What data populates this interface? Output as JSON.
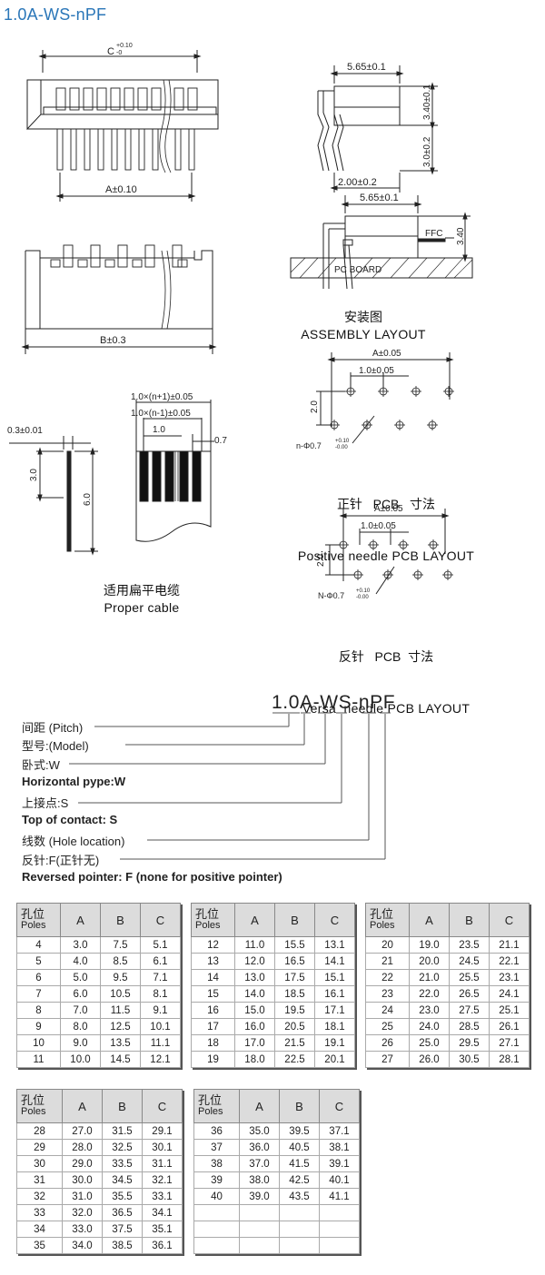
{
  "title": "1.0A-WS-nPF",
  "front_view": {
    "dim_c": "C",
    "dim_c_tol_plus": "+0.10",
    "dim_c_tol_minus": "-0",
    "dim_a": "A±0.10"
  },
  "top_view": {
    "dim_b": "B±0.3"
  },
  "side_view": {
    "dim_width": "5.65±0.1",
    "dim_height_top": "3.40±0.1",
    "dim_height_bottom": "3.0±0.2",
    "dim_pin_offset": "2.00±0.2"
  },
  "assembly": {
    "dim_width": "5.65±0.1",
    "dim_height": "3.40",
    "label_ffc": "FFC",
    "label_board": "PC BOARD",
    "caption_zh": "安装图",
    "caption_en": "ASSEMBLY LAYOUT"
  },
  "cable": {
    "dim_thickness": "0.3±0.01",
    "dim_3": "3.0",
    "dim_6": "6.0",
    "dim_n_plus_1": "1.0×(n+1)±0.05",
    "dim_n_minus_1": "1.0×(n-1)±0.05",
    "dim_pitch": "1.0",
    "dim_07": "0.7",
    "caption_zh": "适用扁平电缆",
    "caption_en": "Proper cable"
  },
  "pcb_positive": {
    "dim_a": "A±0.05",
    "dim_pitch": "1.0±0.05",
    "dim_row": "2.0",
    "dim_hole": "n-Φ0.7",
    "dim_hole_tol_plus": "+0.10",
    "dim_hole_tol_minus": "-0.00",
    "caption_zh": "正针   PCB   寸法",
    "caption_en": "Positive needle PCB LAYOUT"
  },
  "pcb_versa": {
    "dim_a": "A±0.05",
    "dim_pitch": "1.0±0.05",
    "dim_row": "2.0",
    "dim_hole": "N-Φ0.7",
    "dim_hole_tol_plus": "+0.10",
    "dim_hole_tol_minus": "-0.00",
    "caption_zh": "反针   PCB  寸法",
    "caption_en": "Versa  needle PCB LAYOUT"
  },
  "part_number": "1.0A-WS-nPF",
  "legend": [
    {
      "text": "间距 (Pitch)",
      "bold": false
    },
    {
      "text": "型号:(Model)",
      "bold": false
    },
    {
      "text": "卧式:W",
      "bold": false
    },
    {
      "text": "Horizontal pype:W",
      "bold": true
    },
    {
      "text": "上接点:S",
      "bold": false
    },
    {
      "text": "Top of contact: S",
      "bold": true
    },
    {
      "text": "线数 (Hole location)",
      "bold": false
    },
    {
      "text": "反针:F(正针无)",
      "bold": false
    },
    {
      "text": "Reversed pointer: F (none for positive pointer)",
      "bold": true
    }
  ],
  "table_headers": {
    "poles_zh": "孔位",
    "poles_en": "Poles",
    "a": "A",
    "b": "B",
    "c": "C"
  },
  "tables": [
    {
      "rows": [
        [
          "4",
          "3.0",
          "7.5",
          "5.1"
        ],
        [
          "5",
          "4.0",
          "8.5",
          "6.1"
        ],
        [
          "6",
          "5.0",
          "9.5",
          "7.1"
        ],
        [
          "7",
          "6.0",
          "10.5",
          "8.1"
        ],
        [
          "8",
          "7.0",
          "11.5",
          "9.1"
        ],
        [
          "9",
          "8.0",
          "12.5",
          "10.1"
        ],
        [
          "10",
          "9.0",
          "13.5",
          "11.1"
        ],
        [
          "11",
          "10.0",
          "14.5",
          "12.1"
        ]
      ],
      "empty_rows": 0
    },
    {
      "rows": [
        [
          "12",
          "11.0",
          "15.5",
          "13.1"
        ],
        [
          "13",
          "12.0",
          "16.5",
          "14.1"
        ],
        [
          "14",
          "13.0",
          "17.5",
          "15.1"
        ],
        [
          "15",
          "14.0",
          "18.5",
          "16.1"
        ],
        [
          "16",
          "15.0",
          "19.5",
          "17.1"
        ],
        [
          "17",
          "16.0",
          "20.5",
          "18.1"
        ],
        [
          "18",
          "17.0",
          "21.5",
          "19.1"
        ],
        [
          "19",
          "18.0",
          "22.5",
          "20.1"
        ]
      ],
      "empty_rows": 0
    },
    {
      "rows": [
        [
          "20",
          "19.0",
          "23.5",
          "21.1"
        ],
        [
          "21",
          "20.0",
          "24.5",
          "22.1"
        ],
        [
          "22",
          "21.0",
          "25.5",
          "23.1"
        ],
        [
          "23",
          "22.0",
          "26.5",
          "24.1"
        ],
        [
          "24",
          "23.0",
          "27.5",
          "25.1"
        ],
        [
          "25",
          "24.0",
          "28.5",
          "26.1"
        ],
        [
          "26",
          "25.0",
          "29.5",
          "27.1"
        ],
        [
          "27",
          "26.0",
          "30.5",
          "28.1"
        ]
      ],
      "empty_rows": 0
    },
    {
      "rows": [
        [
          "28",
          "27.0",
          "31.5",
          "29.1"
        ],
        [
          "29",
          "28.0",
          "32.5",
          "30.1"
        ],
        [
          "30",
          "29.0",
          "33.5",
          "31.1"
        ],
        [
          "31",
          "30.0",
          "34.5",
          "32.1"
        ],
        [
          "32",
          "31.0",
          "35.5",
          "33.1"
        ],
        [
          "33",
          "32.0",
          "36.5",
          "34.1"
        ],
        [
          "34",
          "33.0",
          "37.5",
          "35.1"
        ],
        [
          "35",
          "34.0",
          "38.5",
          "36.1"
        ]
      ],
      "empty_rows": 0
    },
    {
      "rows": [
        [
          "36",
          "35.0",
          "39.5",
          "37.1"
        ],
        [
          "37",
          "36.0",
          "40.5",
          "38.1"
        ],
        [
          "38",
          "37.0",
          "41.5",
          "39.1"
        ],
        [
          "39",
          "38.0",
          "42.5",
          "40.1"
        ],
        [
          "40",
          "39.0",
          "43.5",
          "41.1"
        ]
      ],
      "empty_rows": 3
    }
  ]
}
